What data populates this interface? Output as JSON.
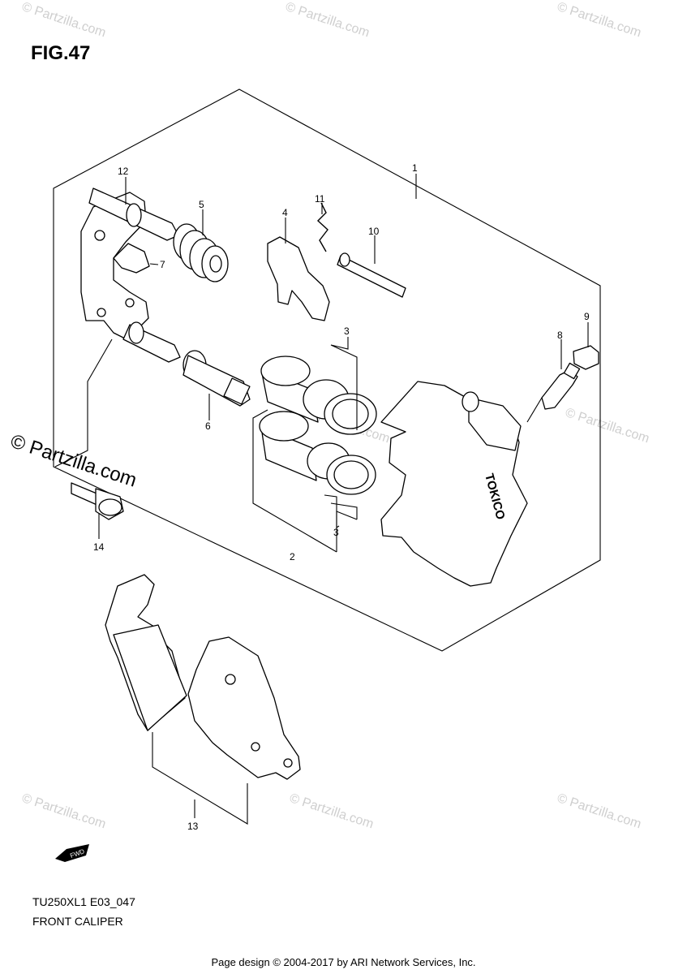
{
  "figure": {
    "title": "FIG.47",
    "model_code": "TU250XL1 E03_047",
    "caption": "FRONT CALIPER"
  },
  "footer": "Page design © 2004-2017 by ARI Network Services, Inc.",
  "watermark": {
    "main": "© Partzilla.com",
    "faint": "© Partzilla.com"
  },
  "callouts": [
    "1",
    "2",
    "3",
    "3",
    "4",
    "5",
    "6",
    "7",
    "8",
    "9",
    "10",
    "11",
    "12",
    "13",
    "14"
  ],
  "caliper_brand": "TOKICO",
  "fwd_label": "FWD"
}
